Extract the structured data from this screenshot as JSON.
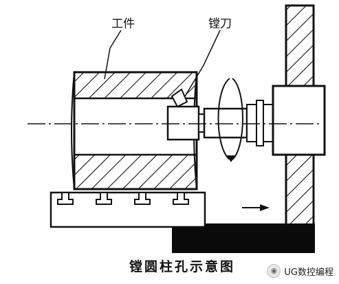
{
  "labels": {
    "workpiece": "工件",
    "boring_cutter": "镗刀",
    "caption": "镗圆柱孔示意图"
  },
  "watermark": {
    "icon": "wechat-icon",
    "text": "UG数控编程"
  },
  "colors": {
    "ink": "#111111",
    "background": "#ffffff",
    "block": "#0a0a0a"
  }
}
